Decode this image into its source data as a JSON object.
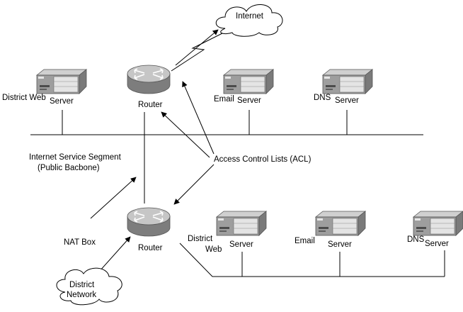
{
  "labels": {
    "internet_cloud": "Internet",
    "district_network_cloud": [
      "District",
      "Network"
    ],
    "router_top": "Router",
    "router_bottom": "Router",
    "district_web_top": "District Web",
    "server_web_top": "Server",
    "email_top": "Email",
    "server_email_top": "Server",
    "dns_top": "DNS",
    "server_dns_top": "Server",
    "segment": [
      "Internet Service Segment",
      "(Public Bacbone)"
    ],
    "acl": "Access Control Lists (ACL)",
    "nat_box": "NAT Box",
    "district_web_bottom": [
      "District",
      "Web"
    ],
    "server_web_bottom": "Server",
    "email_bottom": "Email",
    "server_email_bottom": "Server",
    "dns_bottom": "DNS",
    "server_dns_bottom": "Server"
  },
  "colors": {
    "line": "#000000",
    "device_gray": "#9a9a9a",
    "device_dark": "#6e6e6e",
    "device_light": "#cfcfcf",
    "panel_light": "#e4e4e4",
    "cloud_fill": "#ffffff"
  }
}
